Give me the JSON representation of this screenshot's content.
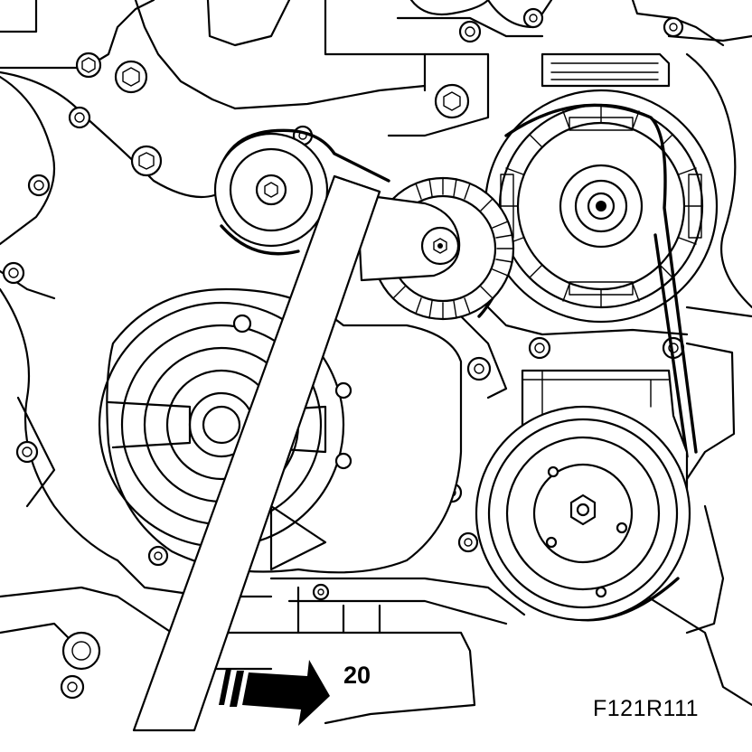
{
  "figure": {
    "code": "F121R111",
    "torque_value": "20",
    "icons": {
      "tool": "tensioner-tool-bar",
      "arrow": "turn-direction-arrow",
      "tensioner": "belt-tensioner-pulley",
      "alternator": "alternator-pulley",
      "ac_compressor": "ac-compressor-pulley",
      "crankshaft": "crankshaft-pulley"
    },
    "colors": {
      "line": "#000000",
      "background": "#ffffff"
    }
  }
}
